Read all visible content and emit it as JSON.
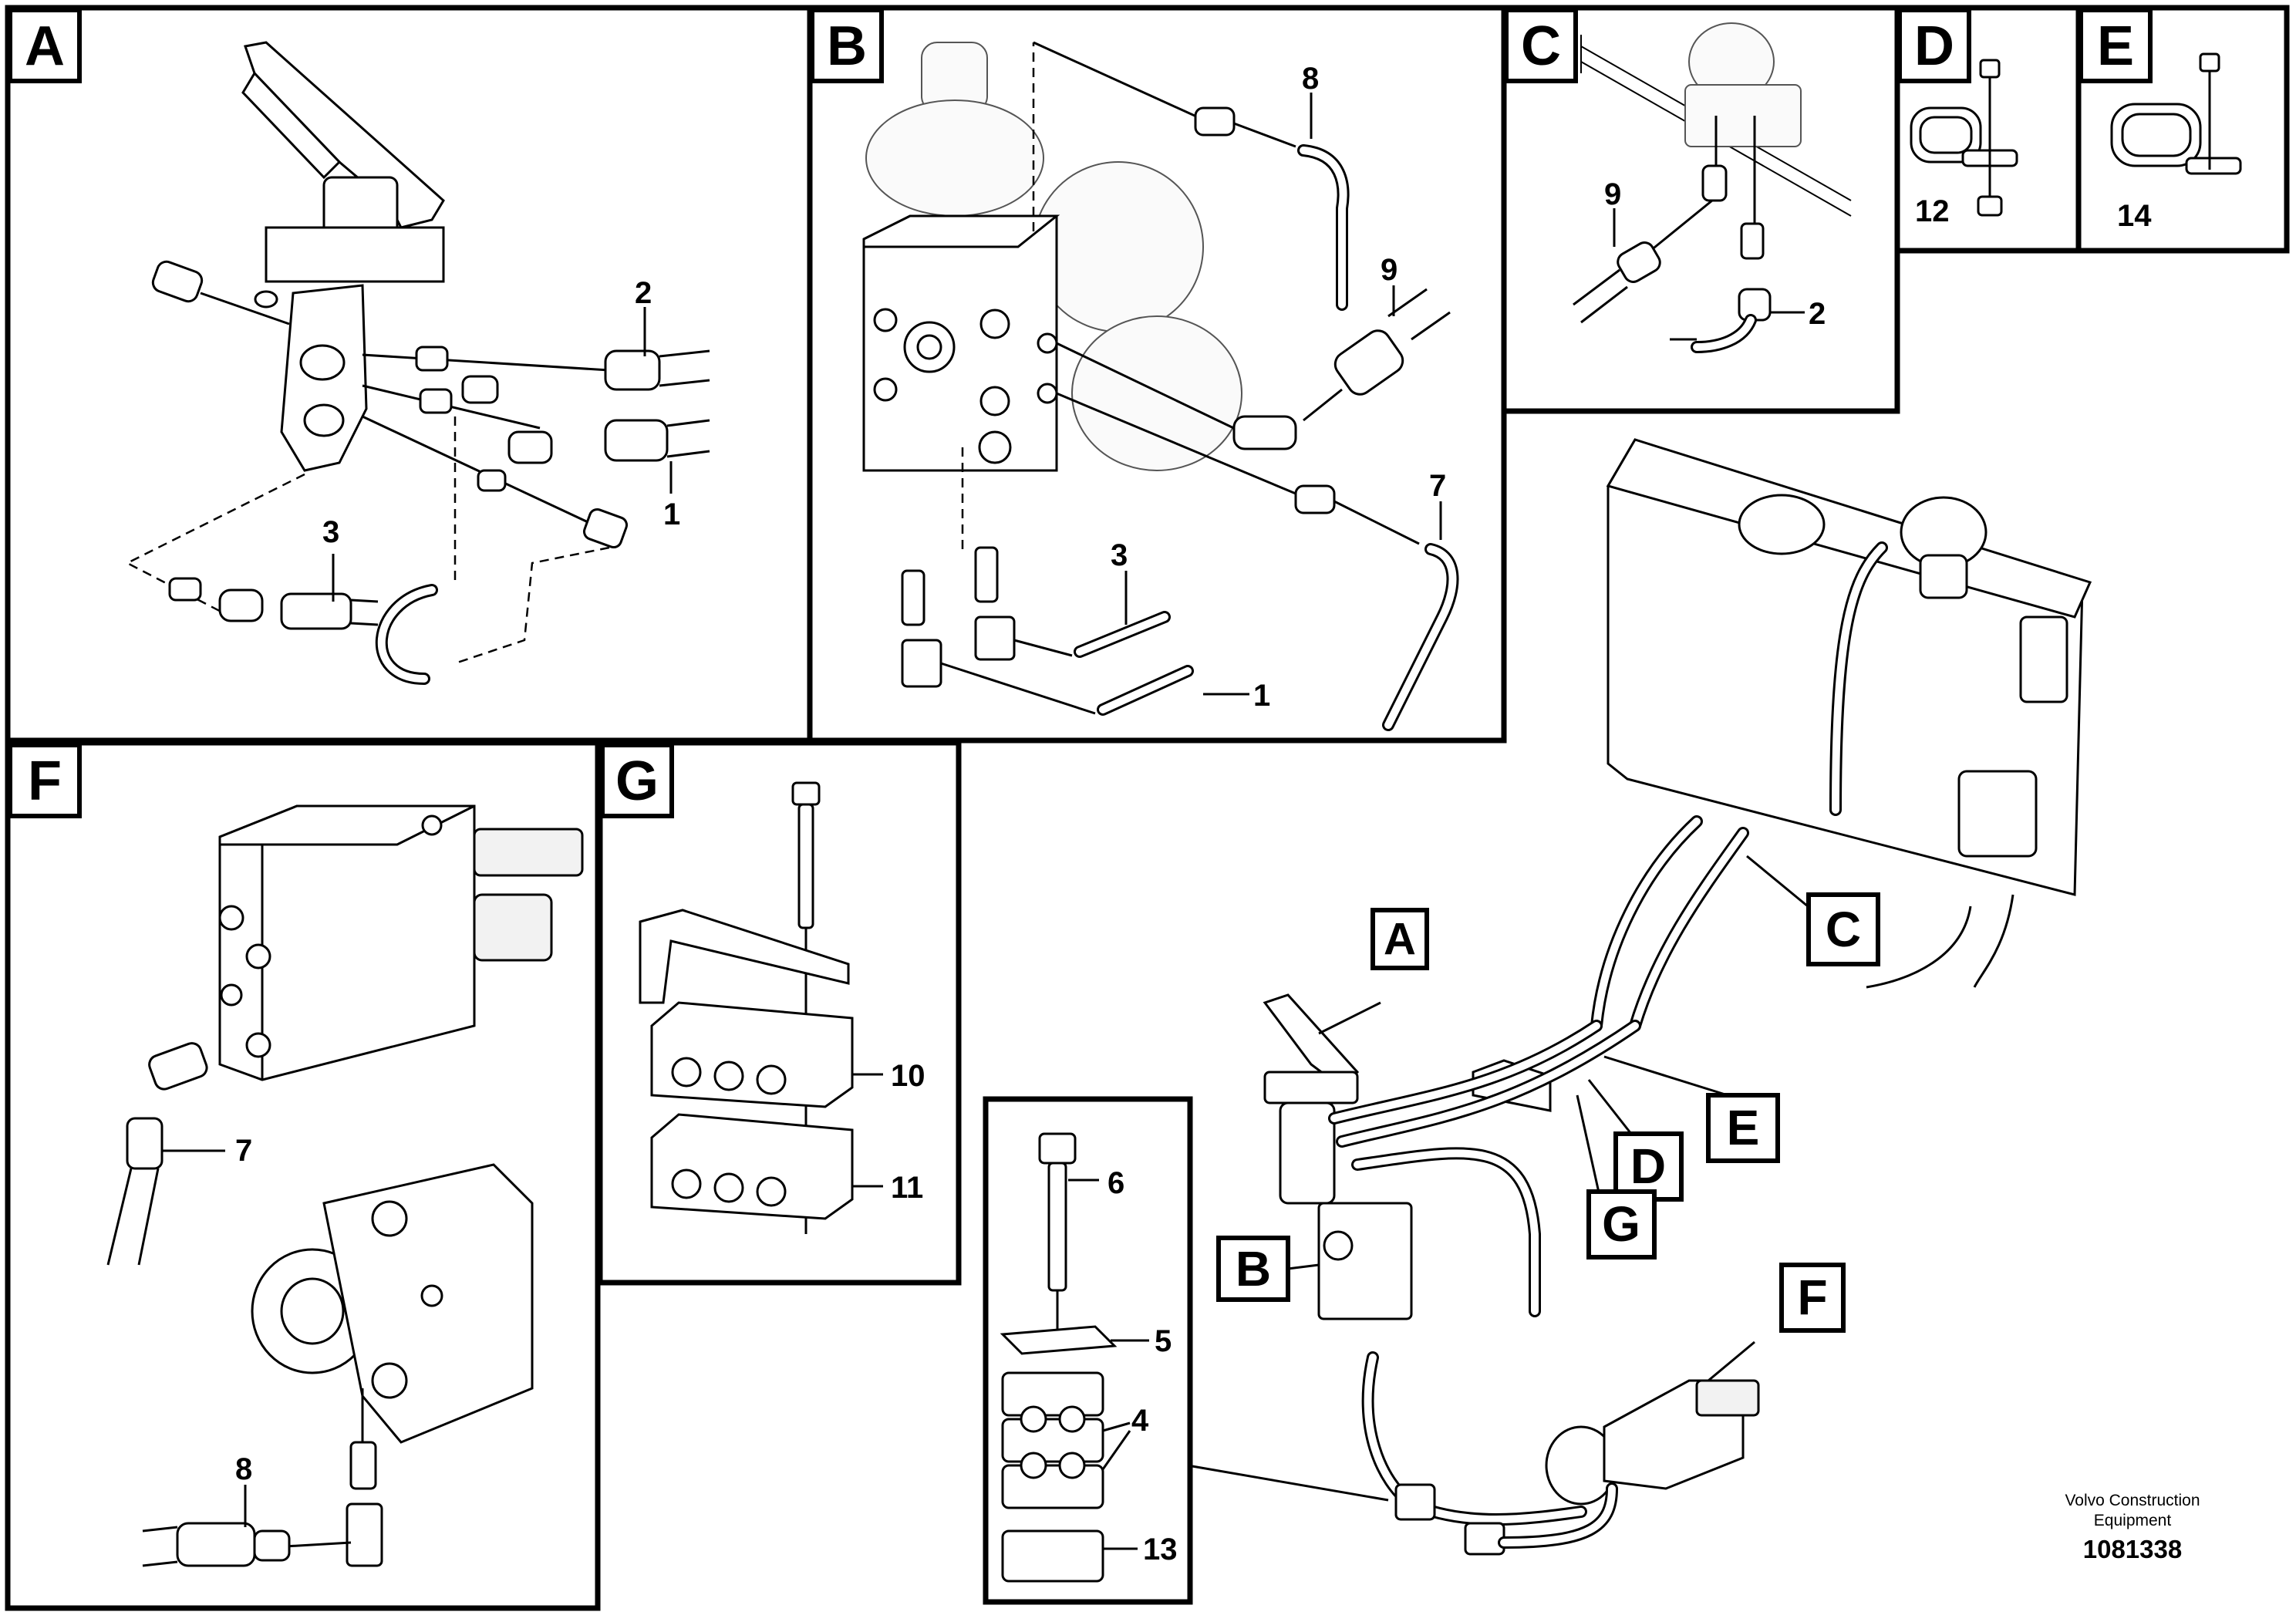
{
  "panels": {
    "A": {
      "tag": "A",
      "callouts": [
        "2",
        "1",
        "3"
      ]
    },
    "B": {
      "tag": "B",
      "callouts": [
        "8",
        "9",
        "7",
        "3",
        "1"
      ]
    },
    "C": {
      "tag": "C",
      "callouts": [
        "9",
        "2"
      ]
    },
    "D": {
      "tag": "D",
      "callouts": [
        "12"
      ]
    },
    "E": {
      "tag": "E",
      "callouts": [
        "14"
      ]
    },
    "F": {
      "tag": "F",
      "callouts": [
        "7",
        "8"
      ]
    },
    "G": {
      "tag": "G",
      "callouts": [
        "10",
        "11"
      ]
    },
    "clamp": {
      "callouts": [
        "6",
        "5",
        "4",
        "13"
      ]
    }
  },
  "overview_tags": [
    "A",
    "B",
    "C",
    "D",
    "E",
    "F",
    "G"
  ],
  "footer": {
    "company_line1": "Volvo Construction",
    "company_line2": "Equipment",
    "document_number": "1081338"
  }
}
